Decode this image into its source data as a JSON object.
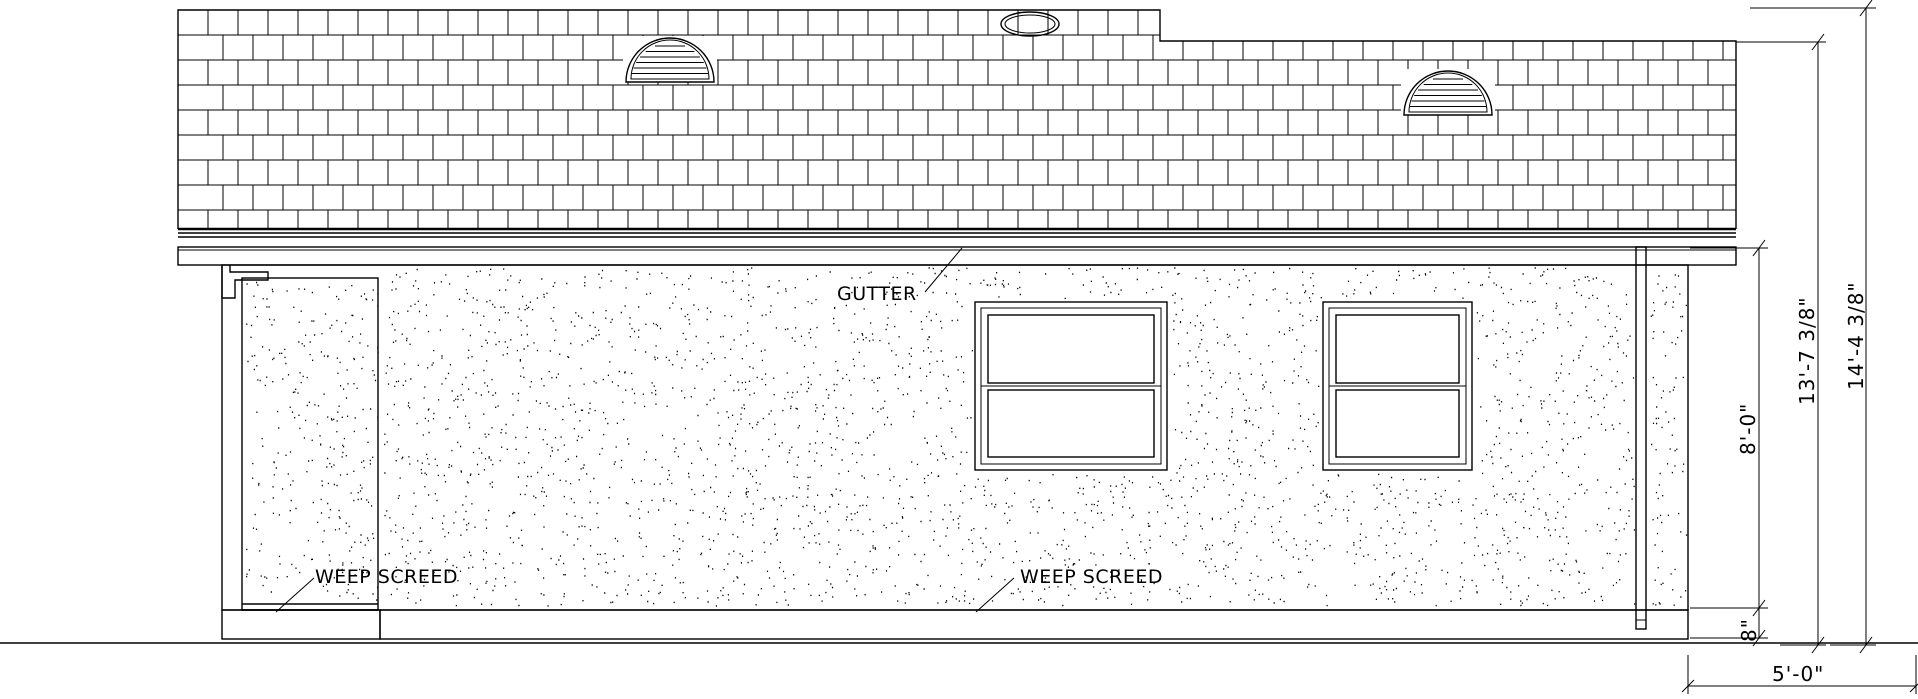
{
  "drawing": {
    "callouts": {
      "gutter": "GUTTER",
      "weep_screed_left": "WEEP SCREED",
      "weep_screed_center": "WEEP SCREED"
    },
    "dimensions": {
      "wall_height": "8'-0\"",
      "curb_height": "8\"",
      "ridge_height_near": "13'-7 3/8\"",
      "ridge_height_far": "14'-4 3/8\"",
      "setback_width": "5'-0\""
    }
  }
}
